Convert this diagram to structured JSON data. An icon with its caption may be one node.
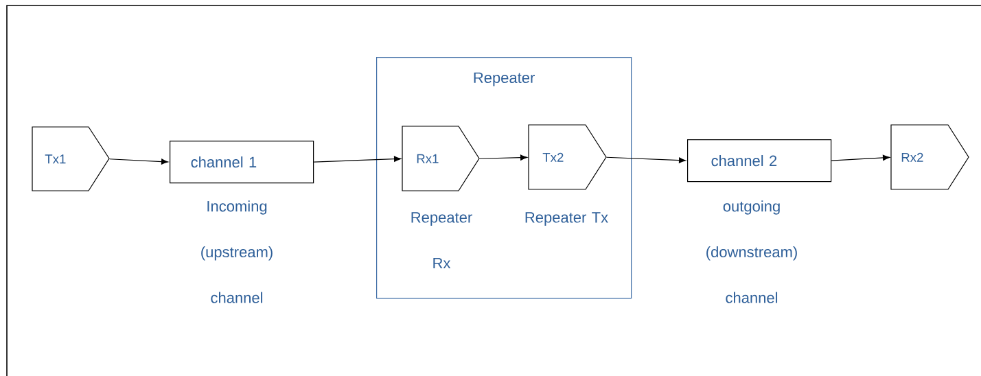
{
  "diagram": {
    "nodes": [
      {
        "text": [
          "Tx1"
        ]
      },
      {
        "text": [
          "channel 1"
        ],
        "beside": [
          "Incoming (upstream) channel"
        ]
      },
      {
        "text": [
          "Repeater"
        ]
      },
      {
        "text": [
          "Rx1"
        ],
        "in": 2,
        "beside": [
          "Repeater Rx"
        ]
      },
      {
        "text": [
          "Tx2"
        ],
        "in": 2,
        "beside": [
          "Repeater Tx"
        ]
      },
      {
        "text": [
          "channel 2"
        ],
        "beside": [
          "outgoing (downstream) channel"
        ]
      },
      {
        "text": [
          "Rx2"
        ]
      }
    ],
    "edges": [
      {
        "from": 0,
        "to": 1,
        "arrow": "to"
      },
      {
        "from": 1,
        "to": 3,
        "arrow": "to"
      },
      {
        "from": 3,
        "to": 4,
        "arrow": "to"
      },
      {
        "from": 4,
        "to": 5,
        "arrow": "to"
      },
      {
        "from": 5,
        "to": 6,
        "arrow": "to"
      }
    ]
  }
}
